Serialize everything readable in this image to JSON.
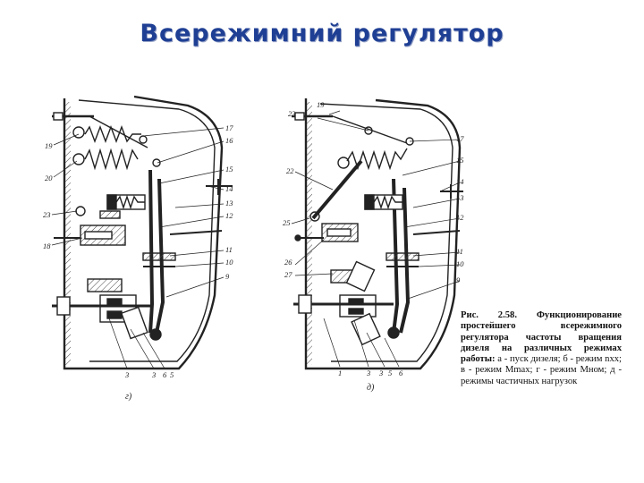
{
  "title": "Всережимний регулятор",
  "caption": {
    "heading": "Рис. 2.58. Функционирование простейшего всережимного регулятора частоты вращения дизеля на различных режимах работы:",
    "body": "а - пуск дизеля; б - режим nхх; в - режим Мmax; г - режим Мном; д - режимы частичных нагрузок"
  },
  "left_diagram": {
    "sublabel": "г)",
    "labels": [
      "17",
      "16",
      "19",
      "15",
      "20",
      "14",
      "13",
      "23",
      "12",
      "18",
      "11",
      "10",
      "9",
      "3",
      "3",
      "6",
      "5"
    ]
  },
  "right_diagram": {
    "sublabel": "д)",
    "labels": [
      "19",
      "23",
      "17",
      "15",
      "22",
      "14",
      "13",
      "12",
      "25",
      "11",
      "26",
      "10",
      "27",
      "9",
      "1",
      "3",
      "3",
      "5",
      "6"
    ]
  }
}
